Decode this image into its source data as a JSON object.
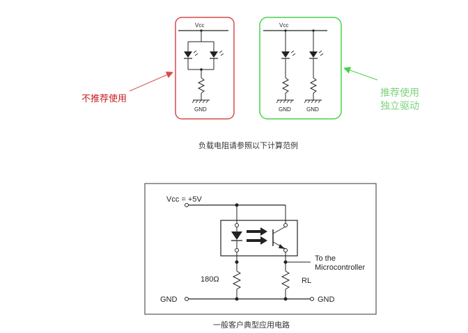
{
  "colors": {
    "red": "#d94a4a",
    "red_text": "#c81e1e",
    "green": "#46d24a",
    "green_text": "#7cd27e",
    "wire": "#222222"
  },
  "top": {
    "left_box": {
      "vcc": "Vcc",
      "gnd": "GND"
    },
    "right_box": {
      "vcc": "Vcc",
      "gnd1": "GND",
      "gnd2": "GND"
    },
    "not_recommended": "不推荐使用",
    "recommended_line1": "推荐使用",
    "recommended_line2": "独立驱动",
    "caption": "负载电阻请参照以下计算范例"
  },
  "bottom": {
    "vcc_label": "Vcc = +5V",
    "to_the": "To the",
    "microcontroller": "Microcontroller",
    "r1": "180Ω",
    "rl": "RL",
    "gnd_left": "GND",
    "gnd_right": "GND",
    "caption": "一般客户典型应用电路"
  }
}
